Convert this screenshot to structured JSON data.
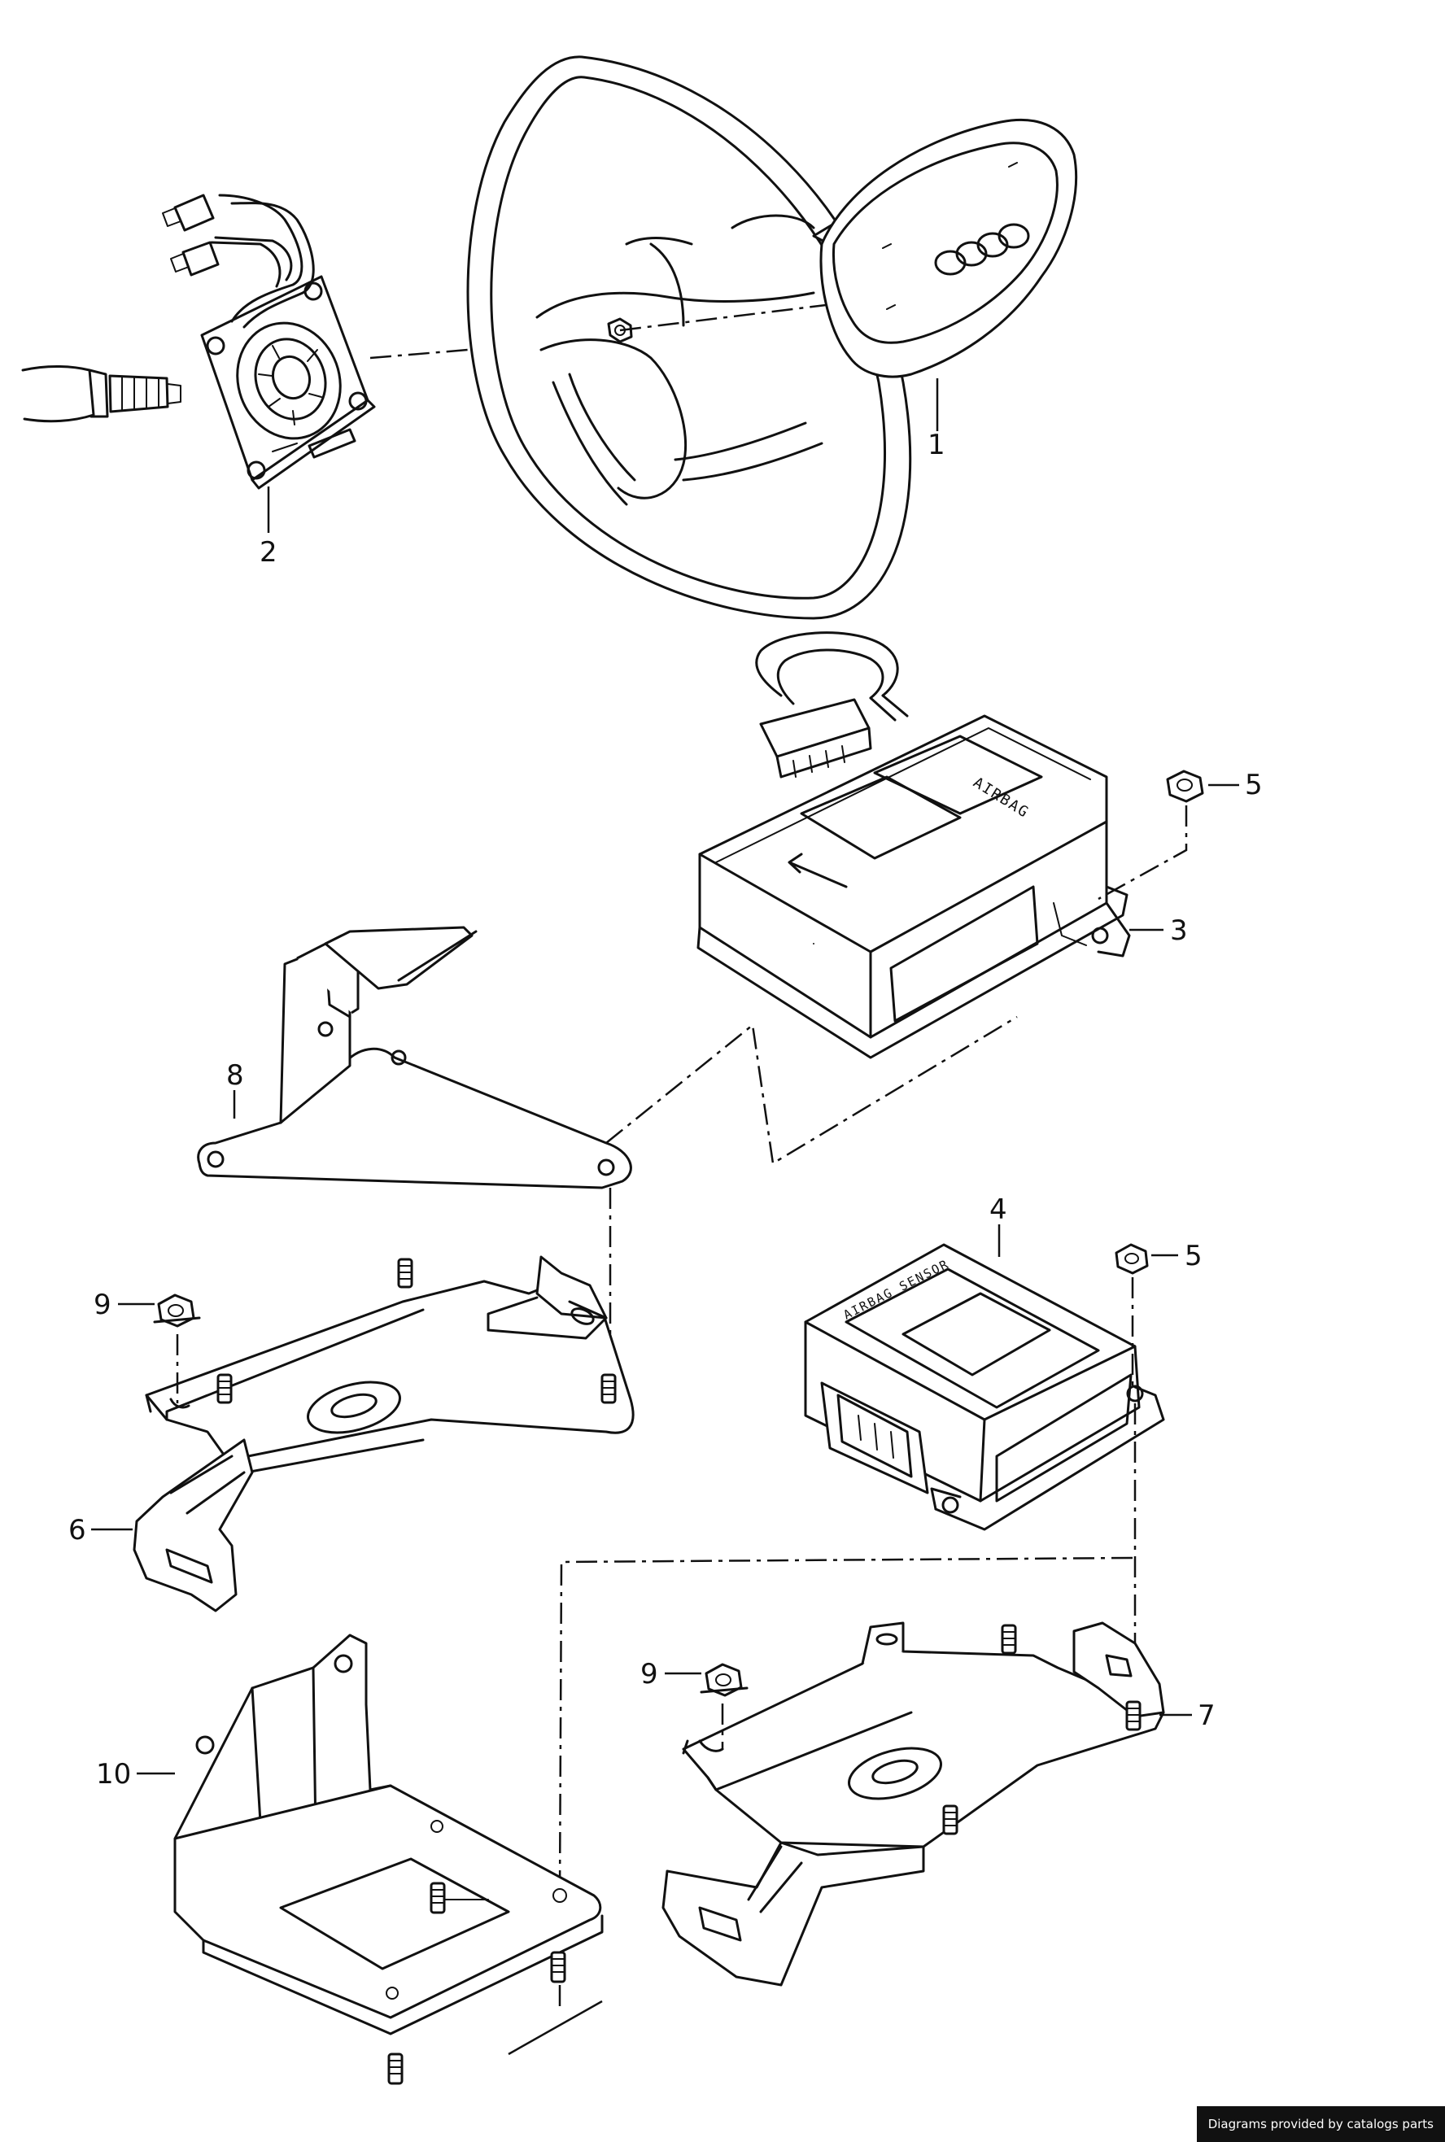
{
  "callouts": {
    "c1": "1",
    "c2": "2",
    "c3": "3",
    "c4": "4",
    "c5a": "5",
    "c5b": "5",
    "c6": "6",
    "c7": "7",
    "c8": "8",
    "c9a": "9",
    "c9b": "9",
    "c10": "10"
  },
  "part_labels": {
    "control_unit": "AIRBAG",
    "sensor": "AIRBAG SENSOR"
  },
  "footer": {
    "credit": "Diagrams provided by catalogs parts"
  }
}
